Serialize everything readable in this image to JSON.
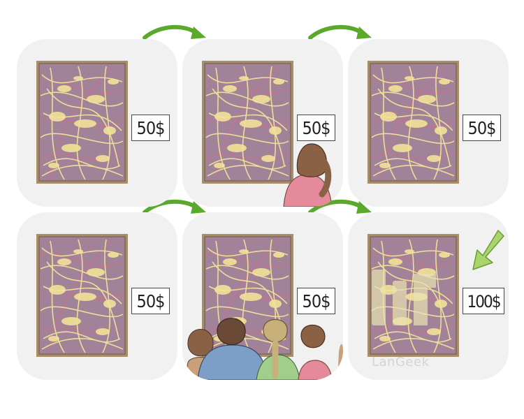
{
  "panels": [
    {
      "price": "50$"
    },
    {
      "price": "50$"
    },
    {
      "price": "50$"
    },
    {
      "price": "50$"
    },
    {
      "price": "50$"
    },
    {
      "price": "100$"
    }
  ],
  "watermark": "LanGeek",
  "colors": {
    "panel_bg": "#f1f1f1",
    "frame": "#a08866",
    "arrow_green": "#5aa92a",
    "down_arrow": "#a9d66a",
    "painting_base": "#b08a9c",
    "splatter": "#f3e29a"
  }
}
